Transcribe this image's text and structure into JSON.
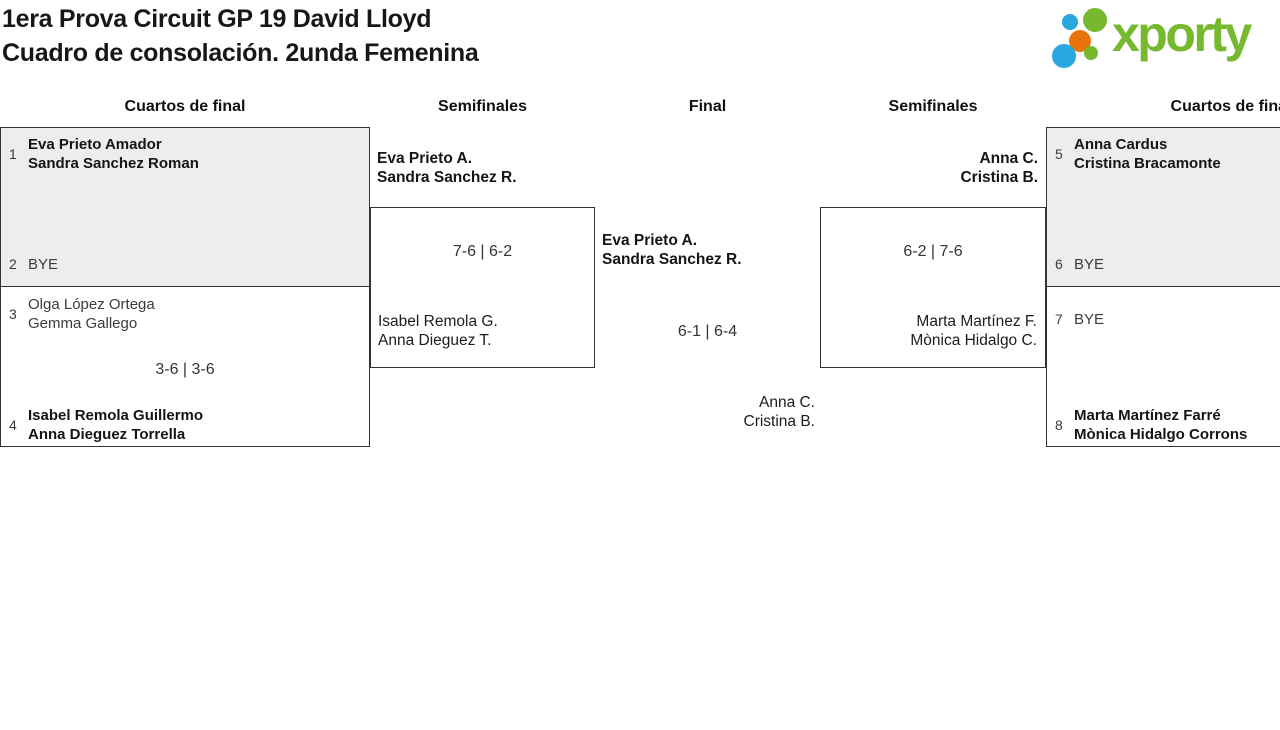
{
  "header": {
    "title_line1": "1era Prova Circuit GP 19 David Lloyd",
    "title_line2": "Cuadro de consolación. 2unda Femenina",
    "logo_text": "xporty"
  },
  "colors": {
    "logo_green": "#76b82e",
    "logo_blue": "#29a8df",
    "logo_orange": "#e8720c",
    "shaded_box": "#ededed",
    "border": "#333333"
  },
  "columns": [
    "Cuartos de final",
    "Semifinales",
    "Final",
    "Semifinales",
    "Cuartos de final"
  ],
  "matches": {
    "qf1": {
      "slot1": {
        "seed": "1",
        "line1": "Eva Prieto Amador",
        "line2": "Sandra Sanchez Roman"
      },
      "slot2": {
        "seed": "2",
        "line1": "BYE"
      },
      "score": ""
    },
    "qf2": {
      "slot1": {
        "seed": "3",
        "line1": "Olga López Ortega",
        "line2": "Gemma Gallego"
      },
      "slot2": {
        "seed": "4",
        "line1": "Isabel Remola Guillermo",
        "line2": "Anna Dieguez Torrella"
      },
      "score": "3-6 | 3-6"
    },
    "sf1": {
      "top": {
        "line1": "Eva Prieto A.",
        "line2": "Sandra Sanchez R."
      },
      "bottom": {
        "line1": "Isabel Remola G.",
        "line2": "Anna Dieguez T."
      },
      "score": "7-6 | 6-2"
    },
    "final": {
      "top": {
        "line1": "Eva Prieto A.",
        "line2": "Sandra Sanchez R."
      },
      "bottom": {
        "line1": "Anna C.",
        "line2": "Cristina B."
      },
      "score": "6-1 | 6-4"
    },
    "sf2": {
      "top": {
        "line1": "Anna C.",
        "line2": "Cristina B."
      },
      "bottom": {
        "line1": "Marta Martínez F.",
        "line2": "Mònica Hidalgo C."
      },
      "score": "6-2 | 7-6"
    },
    "qf3": {
      "slot1": {
        "seed": "5",
        "line1": "Anna Cardus",
        "line2": "Cristina Bracamonte"
      },
      "slot2": {
        "seed": "6",
        "line1": "BYE"
      },
      "score": ""
    },
    "qf4": {
      "slot1": {
        "seed": "7",
        "line1": "BYE"
      },
      "slot2": {
        "seed": "8",
        "line1": "Marta Martínez Farré",
        "line2": "Mònica Hidalgo Corrons"
      },
      "score": ""
    }
  }
}
